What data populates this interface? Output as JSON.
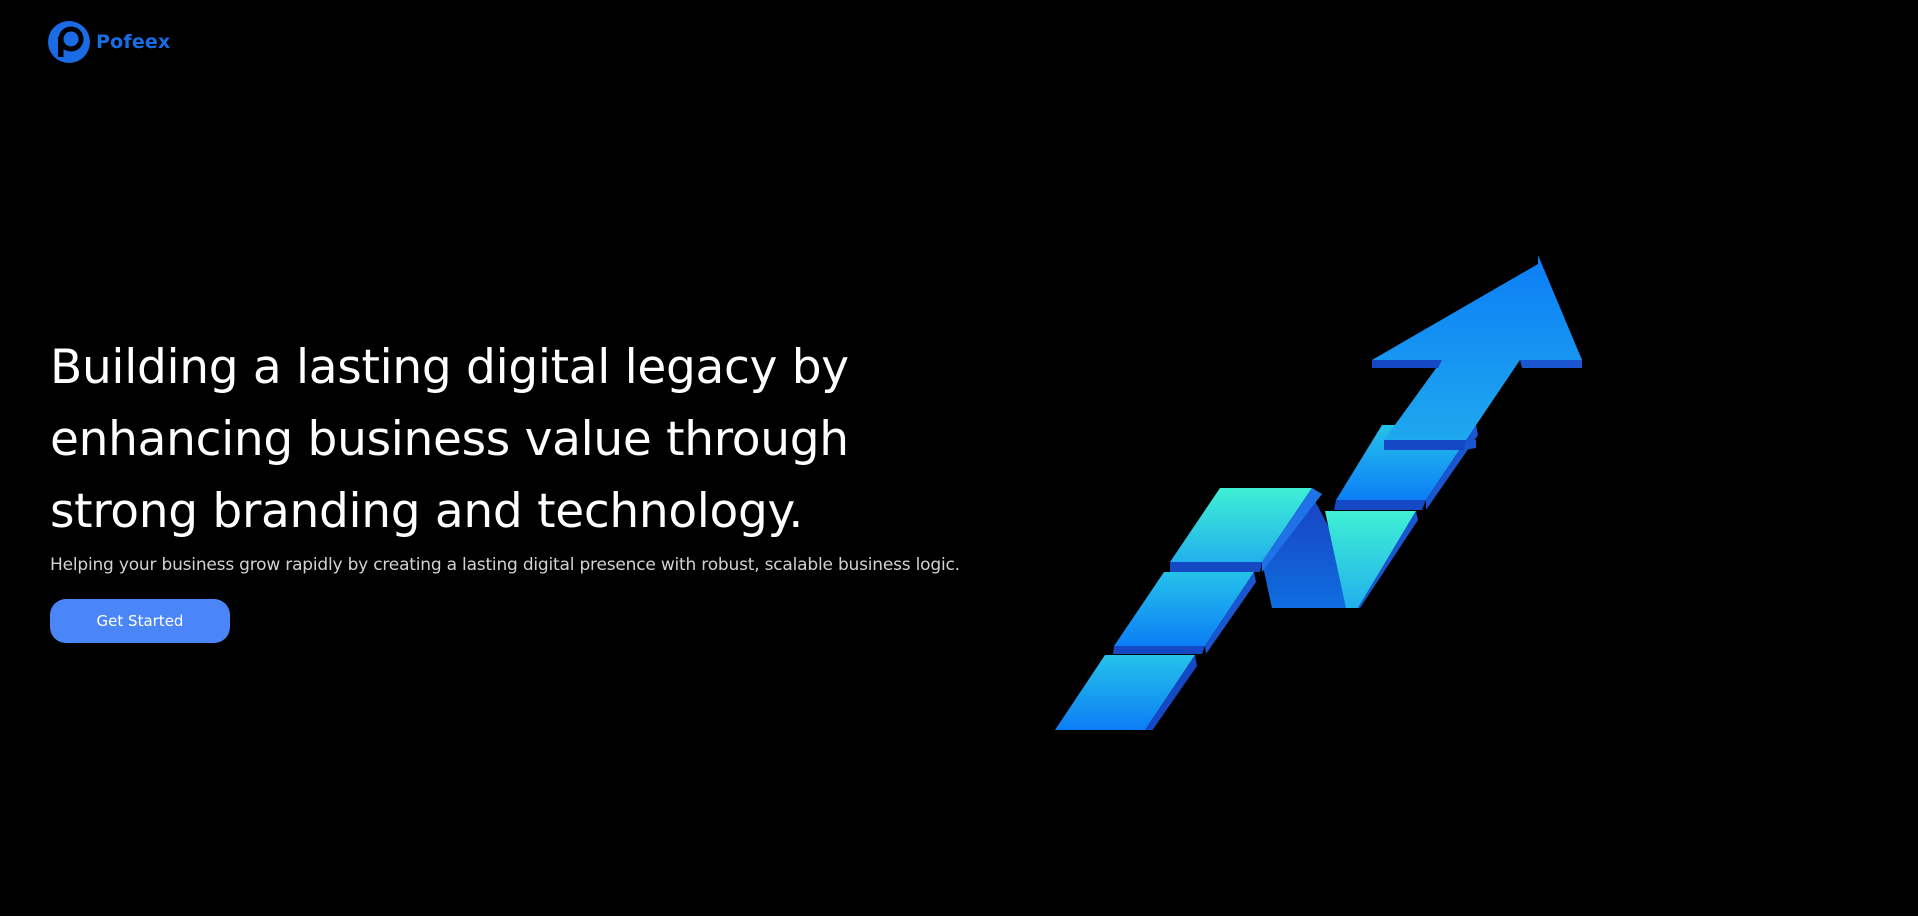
{
  "brand": {
    "name": "Pofeex",
    "logo_icon": "letter-p-logo-icon",
    "color": "#1a6be6"
  },
  "hero": {
    "title": "Building a lasting digital legacy by enhancing business value through strong branding and technology.",
    "subtitle": "Helping your business grow rapidly by creating a lasting digital presence with robust, scalable business logic.",
    "cta_label": "Get Started",
    "cta_color": "#4a86f7",
    "illustration_icon": "growth-staircase-arrow-icon"
  },
  "colors": {
    "background": "#000000",
    "heading": "#ffffff",
    "subtitle": "#d2d2d2",
    "arrow_light": "#3ef0d4",
    "arrow_mid": "#25b5ec",
    "arrow_dark": "#0c7ef6",
    "arrow_shadow": "#1448c4"
  }
}
